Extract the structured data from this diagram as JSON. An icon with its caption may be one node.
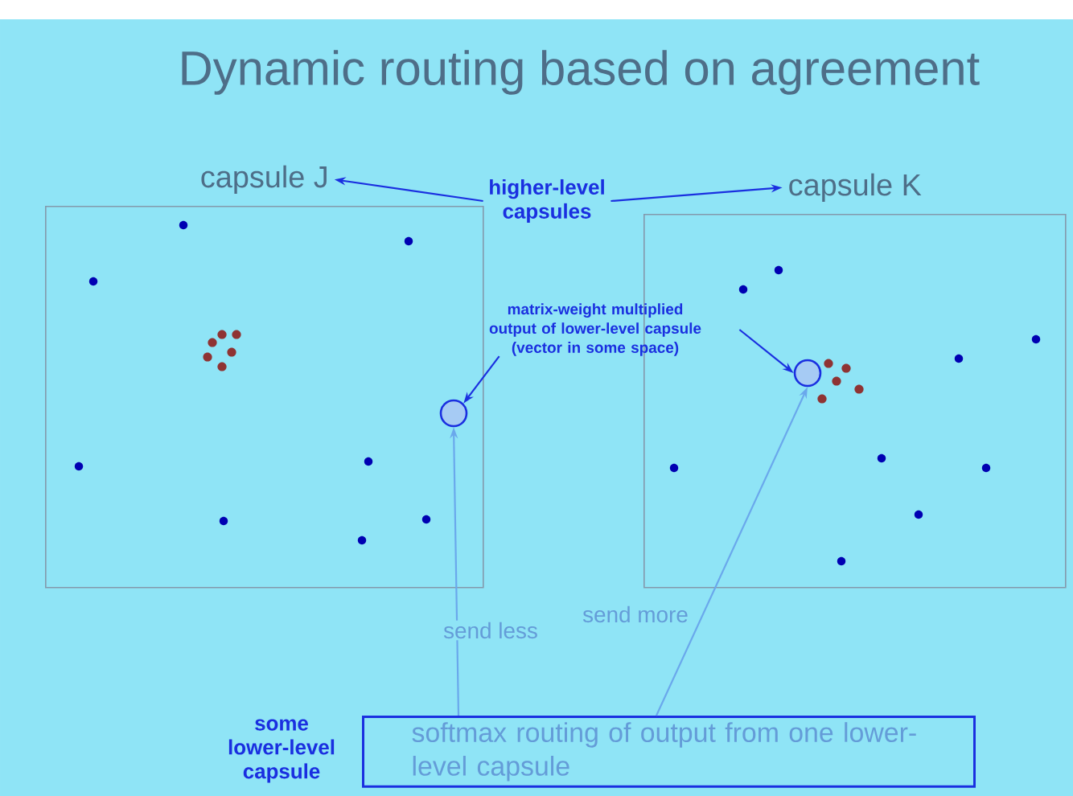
{
  "diagram": {
    "title": "Dynamic routing based on agreement",
    "nodes": [
      {
        "text": [
          "capsule J"
        ]
      },
      {
        "text": [
          "capsule K"
        ]
      },
      {
        "text": [
          "higher-level capsules"
        ]
      },
      {
        "text": [
          "matrix-weight multiplied output of lower-level capsule (vector in some space)"
        ]
      },
      {
        "text": [],
        "shape": "circle",
        "in": 0
      },
      {
        "text": [],
        "shape": "circle",
        "in": 1
      },
      {
        "text": [
          "softmax routing of output from one lower-level capsule"
        ],
        "beside": [
          "some lower-level capsule"
        ]
      }
    ],
    "edges": [
      {
        "from": 2,
        "to": 0,
        "arrow": "to"
      },
      {
        "from": 2,
        "to": 1,
        "arrow": "to"
      },
      {
        "from": 3,
        "to": 4,
        "arrow": "to"
      },
      {
        "from": 3,
        "to": 5,
        "arrow": "to"
      },
      {
        "from": 6,
        "to": 4,
        "arrow": "to",
        "label": "send less",
        "color": "#6aa8ec"
      },
      {
        "from": 6,
        "to": 5,
        "arrow": "to",
        "label": "send more",
        "color": "#6aa8ec"
      }
    ]
  }
}
